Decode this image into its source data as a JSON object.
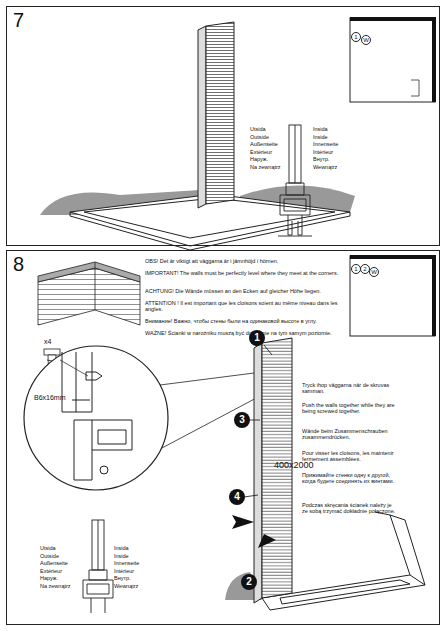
{
  "diagram": {
    "nodes": [
      {
        "text": [
          "7"
        ]
      },
      {
        "text": [
          "8"
        ]
      }
    ],
    "labels": [
      "1",
      "W",
      "Utsida",
      "Outside",
      "Außenseite",
      "Extérieur",
      "Наруж.",
      "Na zewnątrz",
      "Insida",
      "Inside",
      "Innenseite",
      "Intérieur",
      "Внутр.",
      "Wewnątrz",
      "OBS! Det är viktigt att väggarna är i jämnhöjd i hörnen.",
      "IMPORTANT! The walls must be perfectly level where they meet at the corners.",
      "ACHTUNG! Die Wände müssen an den Ecken auf gleicher Höhe liegen.",
      "ATTENTION ! Il est important que les cloisons soient au même niveau dans les angles.",
      "Внимание! Важно, чтобы стены были на одинаковой высоте в углу.",
      "WAŻNE! Ścianki w narożniku muszą być dokładnie na tym samym poziomie.",
      "1",
      "2",
      "W",
      "x4",
      "B6x16mm",
      "1",
      "3",
      "4",
      "2",
      "400x2000",
      "Tryck ihop väggarna när de skruvas samman.",
      "Push the walls together while they are being screwed together.",
      "Wände beim Zusammenschrauben zusammendrücken.",
      "Pour visser les cloisons, les maintenir fermement assemblées.",
      "Прижимайте стенки одну к другой, когда будете соединять их винтами.",
      "Podczas skręcania ścianek należy je ze sobą trzymać dokładnie połączone.",
      "Utsida",
      "Outside",
      "Außenseite",
      "Extérieur",
      "Наруж.",
      "Na zewnątrz",
      "Insida",
      "Inside",
      "Innenseite",
      "Intérieur",
      "Внутр.",
      "Wewnątrz"
    ]
  }
}
